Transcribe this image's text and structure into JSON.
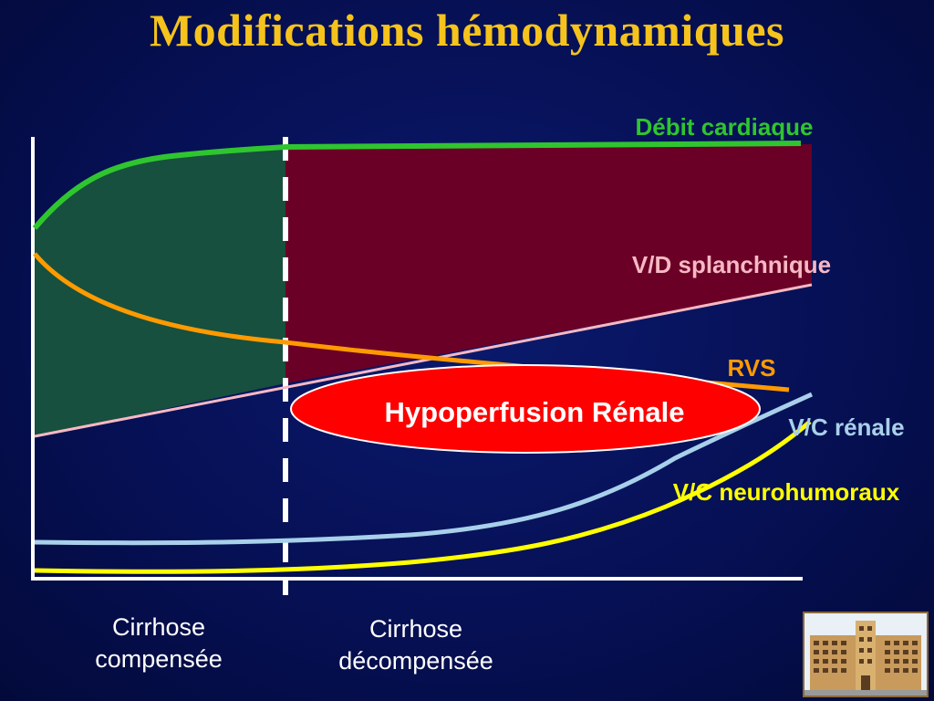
{
  "title": "Modifications hémodynamiques",
  "curves": {
    "debit_cardiaque": {
      "label": "Débit cardiaque",
      "color": "#2fc52f"
    },
    "vd_splanchnique": {
      "label": "V/D splanchnique",
      "color": "#f7b8c4"
    },
    "rvs": {
      "label": "RVS",
      "color": "#ff9a00"
    },
    "vc_renale": {
      "label": "V/C rénale",
      "color": "#a8d0ea"
    },
    "vc_neurohumoraux": {
      "label": "V/C neurohumoraux",
      "color": "#ffff00"
    }
  },
  "callout": {
    "label": "Hypoperfusion Rénale",
    "color": "#ff0000"
  },
  "regions": {
    "compensated_fill": "#17503e",
    "decompensated_fill": "#6b0026"
  },
  "stages": {
    "compensated": {
      "line1": "Cirrhose",
      "line2": "compensée"
    },
    "decompensated": {
      "line1": "Cirrhose",
      "line2": "décompensée"
    }
  },
  "logo": {
    "name": "hospital-building-logo"
  }
}
